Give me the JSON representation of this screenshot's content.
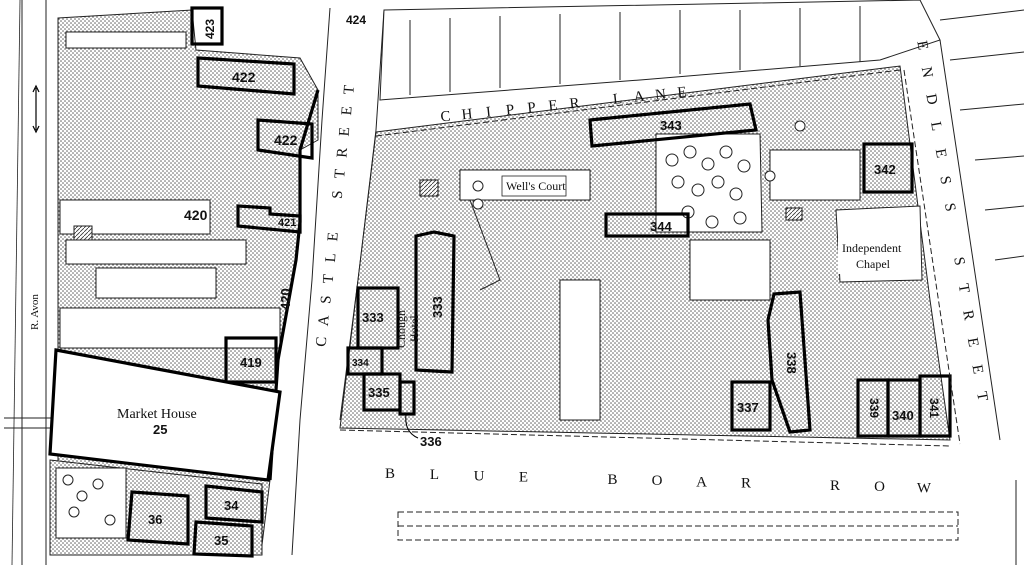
{
  "river_label": "R. Avon",
  "streets": {
    "castle_street": [
      "C",
      "A",
      "S",
      "T",
      "L",
      "E",
      " ",
      "S",
      "T",
      "R",
      "E",
      "E",
      "T"
    ],
    "chipper_lane": [
      "C",
      "H",
      "I",
      "P",
      "P",
      "E",
      "R",
      " ",
      "L",
      "A",
      "N",
      "E"
    ],
    "endless_street": [
      "E",
      "N",
      "D",
      "L",
      "E",
      "S",
      "S",
      " ",
      "S",
      "T",
      "R",
      "E",
      "E",
      "T"
    ],
    "blue_boar_row": [
      "B",
      "L",
      "U",
      "E",
      " ",
      "B",
      "O",
      "A",
      "R",
      " ",
      "R",
      "O",
      "W"
    ]
  },
  "places": {
    "market_house_name": "Market House",
    "market_house_number": "25",
    "wells_court": "Well's Court",
    "independent_chapel_line1": "Independent",
    "independent_chapel_line2": "Chapel",
    "chough_hotel_line1": "Chough",
    "chough_hotel_line2": "Hotel"
  },
  "plot_numbers": {
    "p423": "423",
    "p424": "424",
    "p422a": "422",
    "p422b": "422",
    "p420a": "420",
    "p421": "421",
    "p420b": "420",
    "p419": "419",
    "p36": "36",
    "p34": "34",
    "p35": "35",
    "p333a": "333",
    "p333b": "333",
    "p334": "334",
    "p335": "335",
    "p336": "336",
    "p343": "343",
    "p344": "344",
    "p342": "342",
    "p337": "337",
    "p338": "338",
    "p339": "339",
    "p340": "340",
    "p341": "341"
  },
  "colors": {
    "ink": "#111111",
    "stipple": "#9a9a9a",
    "paper": "#ffffff"
  }
}
